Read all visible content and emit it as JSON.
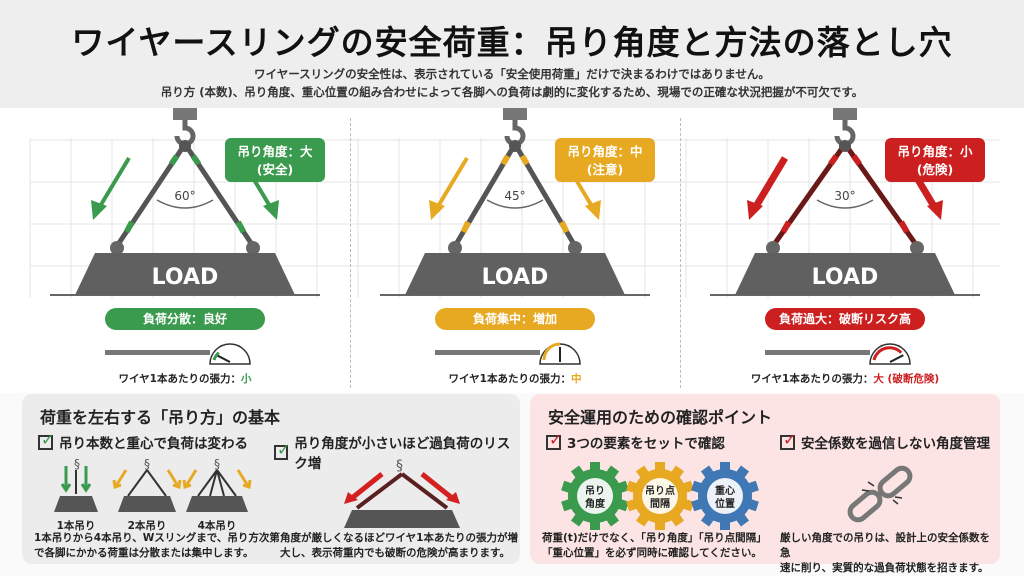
{
  "header": {
    "title": "ワイヤースリングの安全荷重：吊り角度と方法の落とし穴",
    "subtitle_1": "ワイヤースリングの安全性は、表示されている「安全使用荷重」だけで決まるわけではありません。",
    "subtitle_2": "吊り方 (本数)、吊り角度、重心位置の組み合わせによって各脚への負荷は劇的に変化するため、現場での正確な状況把握が不可欠です。"
  },
  "panels": [
    {
      "angle_label": "吊り角度：大",
      "angle_note": "(安全)",
      "angle": "60°",
      "load": "LOAD",
      "status": "負荷分散：良好",
      "tension_prefix": "ワイヤ1本あたりの張力：",
      "tension_value": "小",
      "color": "#3a9a4e",
      "gauge_level": 0.15
    },
    {
      "angle_label": "吊り角度：中",
      "angle_note": "(注意)",
      "angle": "45°",
      "load": "LOAD",
      "status": "負荷集中：増加",
      "tension_prefix": "ワイヤ1本あたりの張力：",
      "tension_value": "中",
      "color": "#e8a922",
      "gauge_level": 0.5
    },
    {
      "angle_label": "吊り角度：小",
      "angle_note": "(危険)",
      "angle": "30°",
      "load": "LOAD",
      "status": "負荷過大：破断リスク高",
      "tension_prefix": "ワイヤ1本あたりの張力：",
      "tension_value": "大 (破断危険)",
      "color": "#cc1f1f",
      "gauge_level": 0.85
    }
  ],
  "left_card": {
    "title": "荷重を左右する「吊り方」の基本",
    "check_1": "吊り本数と重心で負荷は変わる",
    "check_2": "吊り角度が小さいほど過負荷のリスク増",
    "methods": [
      "1本吊り",
      "2本吊り",
      "4本吊り"
    ],
    "desc_1a": "1本吊りから4本吊り、Wスリングまで、吊り方次第",
    "desc_1b": "で各脚にかかる荷重は分散または集中します。",
    "desc_2a": "角度が厳しくなるほどワイヤ1本あたりの張力が増",
    "desc_2b": "大し、表示荷重内でも破断の危険が高まります。"
  },
  "right_card": {
    "title": "安全運用のための確認ポイント",
    "check_1": "3つの要素をセットで確認",
    "check_2": "安全係数を過信しない角度管理",
    "gears": [
      {
        "l1": "吊り",
        "l2": "角度",
        "color": "#3a9a4e"
      },
      {
        "l1": "吊り点",
        "l2": "間隔",
        "color": "#e8a922"
      },
      {
        "l1": "重心",
        "l2": "位置",
        "color": "#3f78b5"
      }
    ],
    "desc_1a": "荷重(t)だけでなく、「吊り角度」「吊り点間隔」",
    "desc_1b": "「重心位置」を必ず同時に確認してください。",
    "desc_2a": "厳しい角度での吊りは、設計上の安全係数を急",
    "desc_2b": "速に削り、実質的な過負荷状態を招きます。"
  }
}
